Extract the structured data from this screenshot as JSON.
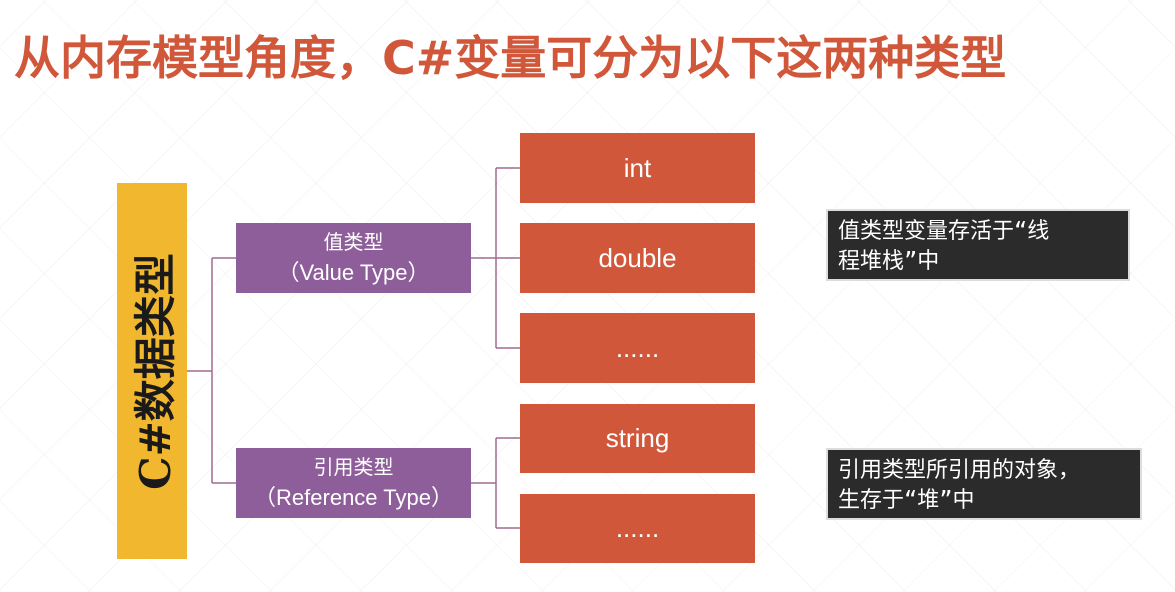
{
  "title": "从内存模型角度，C#变量可分为以下这两种类型",
  "root": {
    "label": "C#数据类型"
  },
  "value_type": {
    "label_cn": "值类型",
    "label_en": "（Value Type）",
    "items": [
      "int",
      "double",
      "......"
    ],
    "note_lines": [
      "值类型变量存活于“线",
      "程堆栈”中"
    ]
  },
  "reference_type": {
    "label_cn": "引用类型",
    "label_en": "（Reference Type）",
    "items": [
      "string",
      "......"
    ],
    "note_lines": [
      "引用类型所引用的对象，",
      "生存于“堆”中"
    ]
  },
  "colors": {
    "title": "#d0573a",
    "root": "#f1b72f",
    "category": "#8d5e99",
    "leaf": "#d0573a",
    "note": "#2b2b2b",
    "connector": "#a06b8f"
  }
}
